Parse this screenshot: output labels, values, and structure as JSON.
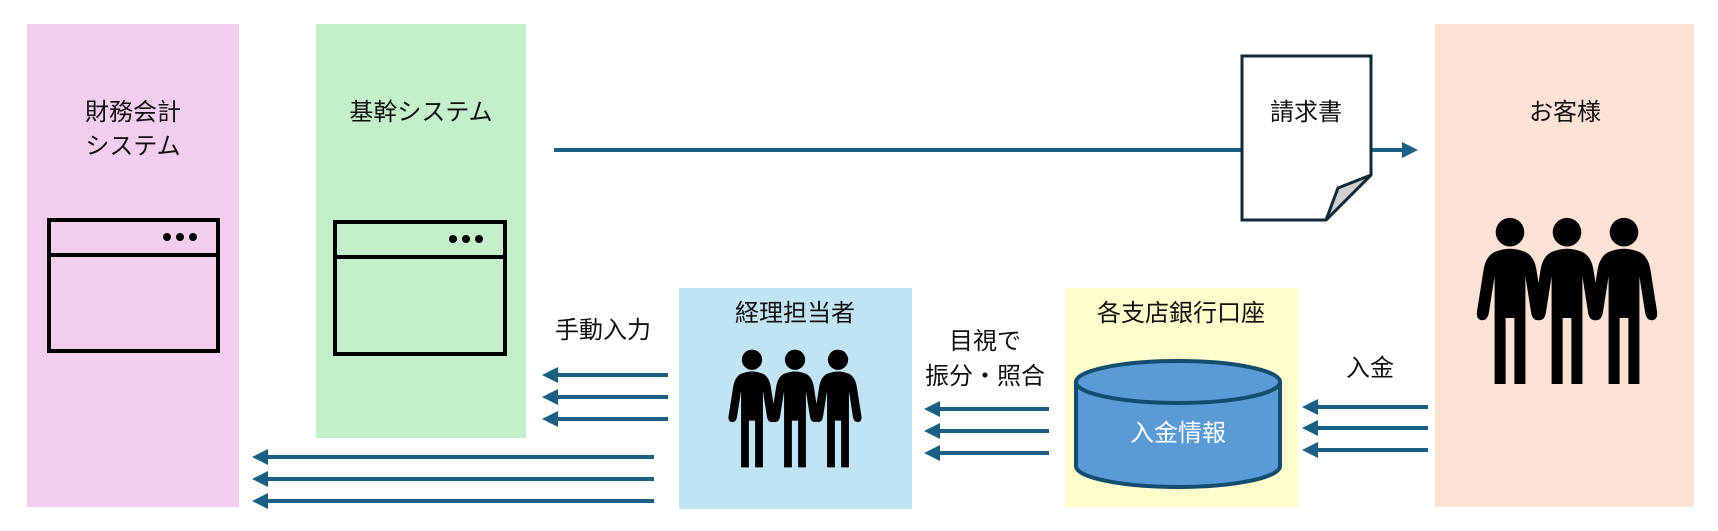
{
  "nodes": {
    "accounting_system": {
      "label_line1": "財務会計",
      "label_line2": "システム",
      "color": "#f2cdee"
    },
    "core_system": {
      "label": "基幹システム",
      "color": "#c3f0c8"
    },
    "invoice": {
      "label": "請求書"
    },
    "customers": {
      "label": "お客様",
      "color": "#fbe2d5"
    },
    "accounting_staff": {
      "label": "経理担当者",
      "color": "#c1e4f5"
    },
    "bank_accounts": {
      "label": "各支店銀行口座",
      "color": "#fffdcc"
    },
    "payment_info": {
      "label": "入金情報",
      "color": "#5b9bd5"
    }
  },
  "edges": {
    "manual_input": {
      "label": "手動入力"
    },
    "visual_check": {
      "label_line1": "目視で",
      "label_line2": "振分・照合"
    },
    "payment": {
      "label": "入金"
    }
  },
  "colors": {
    "arrow": "#1b5f82",
    "outline": "#0f2a3a"
  }
}
